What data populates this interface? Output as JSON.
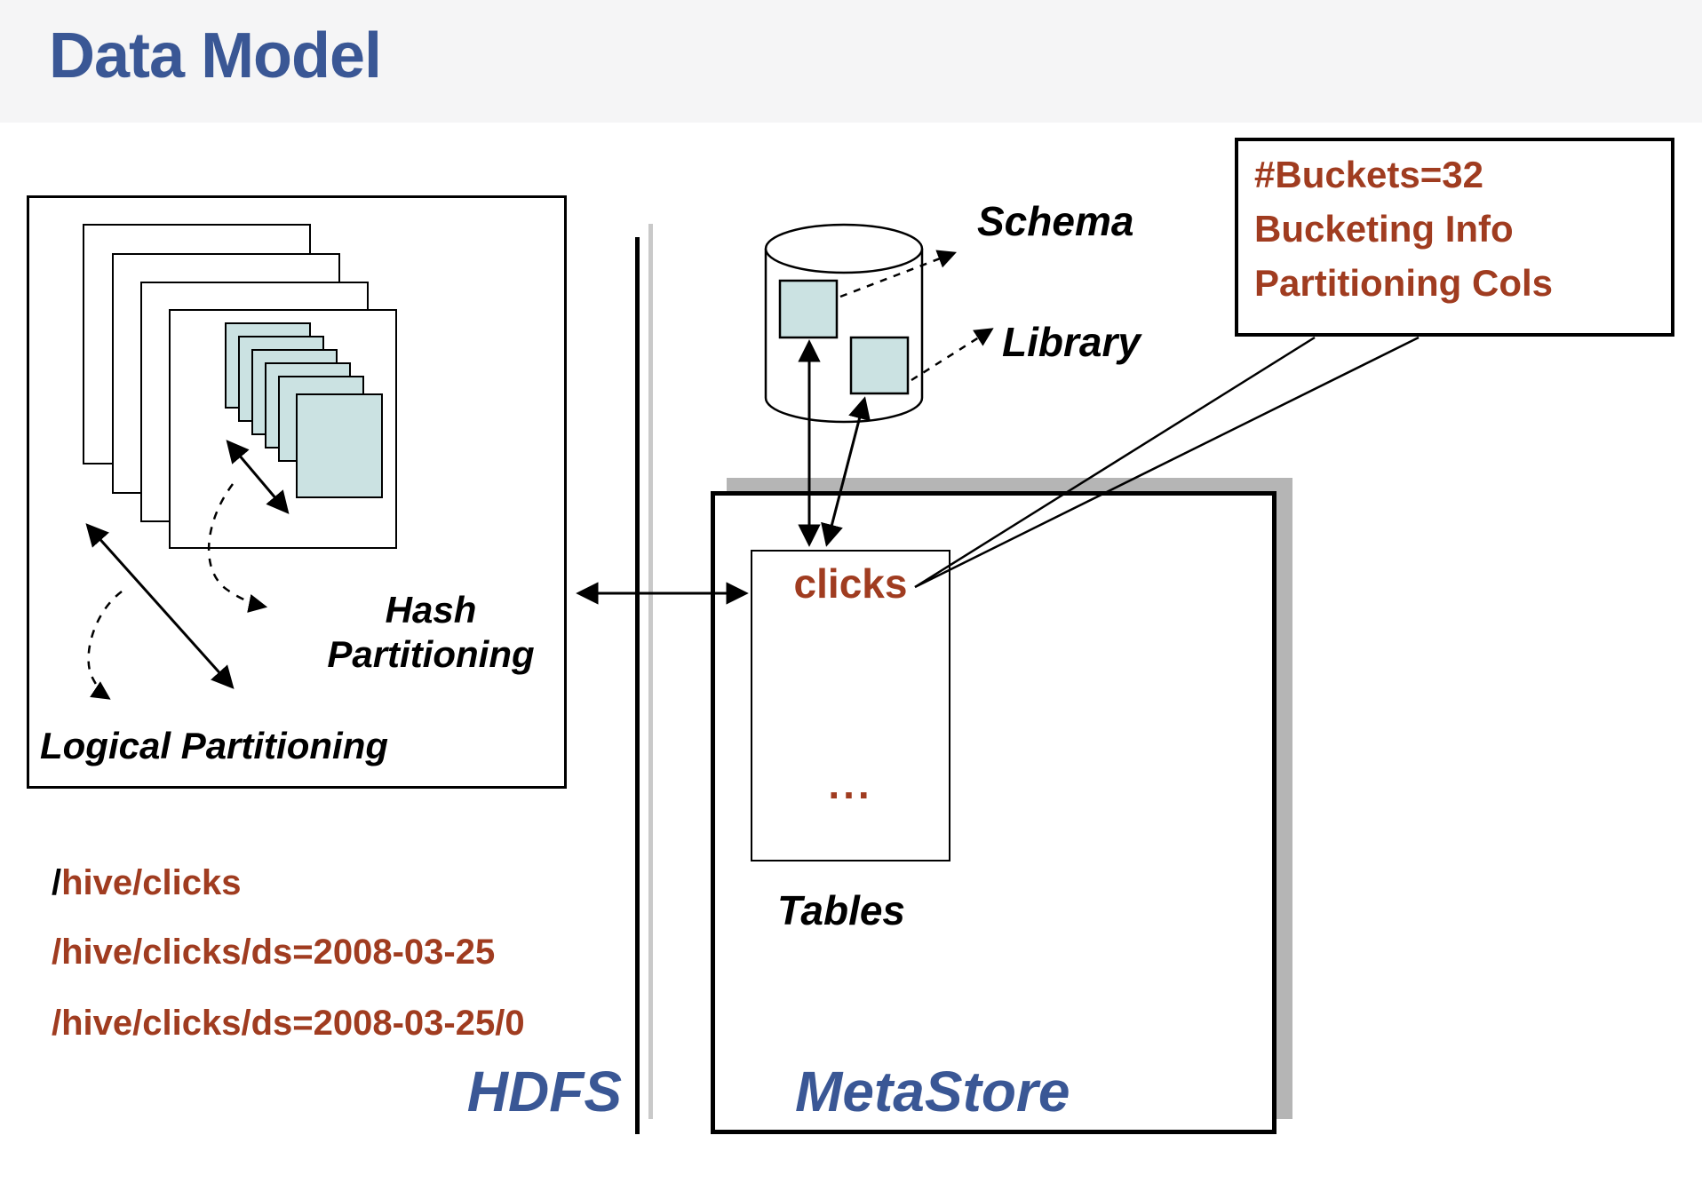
{
  "title": "Data Model",
  "hdfs_panel": {
    "hash_label_line1": "Hash",
    "hash_label_line2": "Partitioning",
    "logical_label": "Logical Partitioning"
  },
  "cylinder": {
    "schema_label": "Schema",
    "library_label": "Library"
  },
  "metastore": {
    "clicks_label": "clicks",
    "ellipsis": "...",
    "tables_label": "Tables",
    "label": "MetaStore"
  },
  "hdfs_label": "HDFS",
  "callout": {
    "lines": [
      "#Buckets=32",
      "Bucketing Info",
      "Partitioning Cols"
    ]
  },
  "paths": {
    "root_slash": "/",
    "line1": "hive/clicks",
    "line2": "/hive/clicks/ds=2008-03-25",
    "line3": "/hive/clicks/ds=2008-03-25/0"
  },
  "colors": {
    "title_blue": "#3a5795",
    "accent_brown": "#a03c20",
    "teal_fill": "#cbe2e2",
    "header_bg": "#f5f5f6",
    "shadow_gray": "#b5b5b5"
  }
}
